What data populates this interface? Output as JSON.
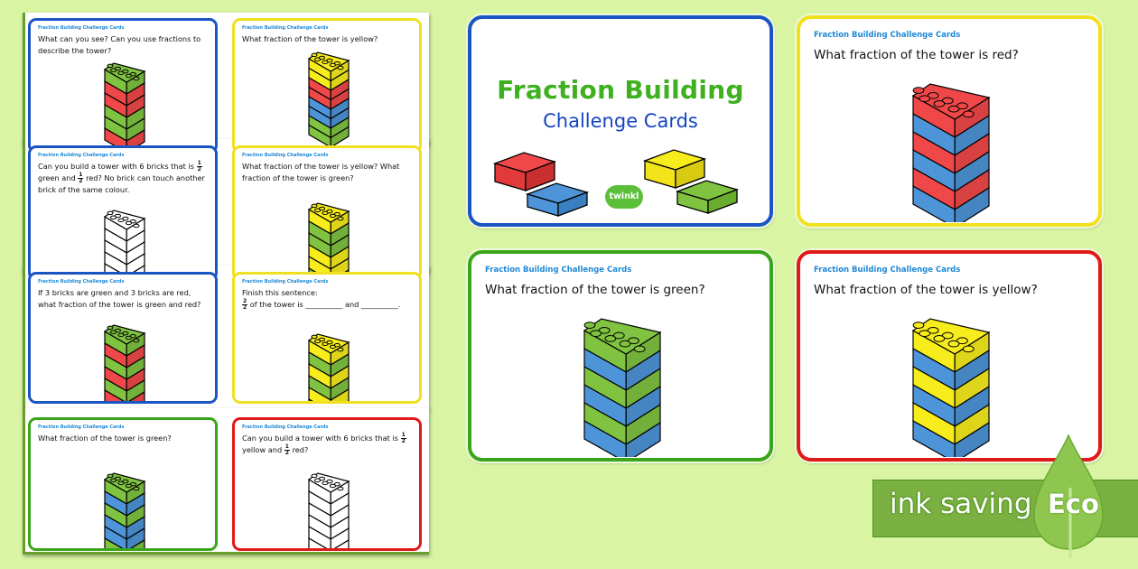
{
  "header_label": "Fraction Building Challenge Cards",
  "title": {
    "main": "Fraction Building",
    "sub": "Challenge Cards",
    "logo": "twinkl"
  },
  "colors": {
    "background": "#d9f5a4",
    "red": "#f04848",
    "blue": "#4d94d8",
    "green": "#80c341",
    "yellow": "#f7ec1c",
    "white": "#ffffff",
    "border_blue": "#1a55c4",
    "border_yellow": "#f0e020",
    "border_green": "#3aa51a",
    "border_red": "#e01919"
  },
  "mini_cards": [
    {
      "question": "What can you see? Can you use fractions to describe the tower?",
      "border": "blue",
      "tower": [
        "green",
        "red",
        "red",
        "green",
        "green",
        "red"
      ]
    },
    {
      "question": "What fraction of the tower is yellow?",
      "border": "yellow",
      "tower": [
        "yellow",
        "yellow",
        "red",
        "red",
        "blue",
        "blue",
        "green",
        "green"
      ]
    },
    {
      "question_parts": [
        "Can you build a tower with 6 bricks that is",
        "green and",
        "red? No brick can touch another brick of the same colour."
      ],
      "fraction": {
        "num": "1",
        "den": "2"
      },
      "border": "blue",
      "tower": [
        "white",
        "white",
        "white",
        "white",
        "white",
        "white"
      ]
    },
    {
      "question": "What fraction of the tower is yellow? What fraction of the tower is green?",
      "border": "yellow",
      "tower": [
        "yellow",
        "green",
        "green",
        "yellow",
        "yellow",
        "green"
      ]
    },
    {
      "question": "If 3 bricks are green and 3 bricks are red, what fraction of the tower is green and red?",
      "border": "blue",
      "tower": [
        "green",
        "red",
        "green",
        "red",
        "green",
        "red"
      ]
    },
    {
      "question": "Finish this sentence:",
      "sentence_parts": [
        "of the tower is",
        "__________",
        "and",
        "__________."
      ],
      "fraction": {
        "num": "2",
        "den": "2"
      },
      "border": "yellow",
      "tower": [
        "yellow",
        "green",
        "yellow",
        "green",
        "yellow",
        "green"
      ]
    },
    {
      "question": "What fraction of the tower is green?",
      "border": "green",
      "tower": [
        "green",
        "blue",
        "green",
        "blue",
        "blue",
        "green"
      ]
    },
    {
      "question_parts": [
        "Can you build a tower with 6 bricks that is",
        "yellow and",
        "red?"
      ],
      "fraction": {
        "num": "1",
        "den": "2"
      },
      "border": "red",
      "tower": [
        "white",
        "white",
        "white",
        "white",
        "white",
        "white"
      ]
    }
  ],
  "big_cards": [
    {
      "type": "title",
      "border": "blue"
    },
    {
      "question": "What fraction of the tower is red?",
      "border": "yellow",
      "tower": [
        "red",
        "blue",
        "red",
        "blue",
        "red",
        "blue"
      ]
    },
    {
      "question": "What fraction of the tower is green?",
      "border": "green",
      "tower": [
        "green",
        "blue",
        "green",
        "blue",
        "green",
        "blue"
      ]
    },
    {
      "question": "What fraction of the tower is yellow?",
      "border": "red",
      "tower": [
        "yellow",
        "blue",
        "yellow",
        "blue",
        "yellow",
        "blue"
      ]
    }
  ],
  "eco_badge": {
    "text": "ink saving",
    "label": "Eco"
  }
}
